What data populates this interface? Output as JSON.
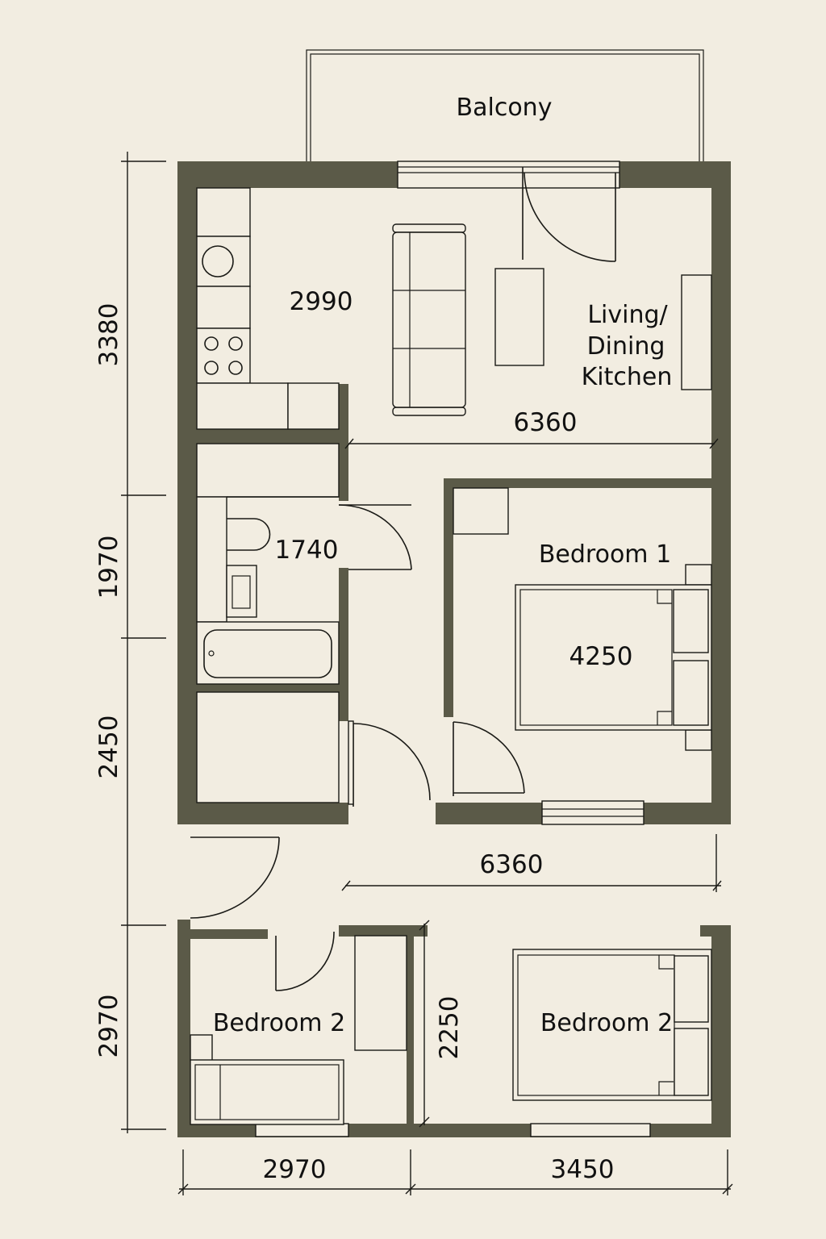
{
  "plan": {
    "colors": {
      "background": "#f2ede1",
      "wall": "#5b5a48",
      "line": "#1a1a16"
    },
    "rooms": [
      {
        "id": "balcony",
        "label": "Balcony"
      },
      {
        "id": "living",
        "label_lines": [
          "Living/",
          "Dining",
          "Kitchen"
        ],
        "area_value": "2990",
        "width_value": "6360"
      },
      {
        "id": "bathroom",
        "area_value": "1740"
      },
      {
        "id": "bedroom1",
        "label": "Bedroom 1",
        "area_value": "4250"
      },
      {
        "id": "bedroom2a",
        "label": "Bedroom 2"
      },
      {
        "id": "bedroom2b",
        "label": "Bedroom 2",
        "height_value": "2250"
      }
    ],
    "dimensions": {
      "left": [
        "3380",
        "1970",
        "2450",
        "2970"
      ],
      "middle_width": "6360",
      "bottom": [
        "2970",
        "3450"
      ]
    }
  }
}
